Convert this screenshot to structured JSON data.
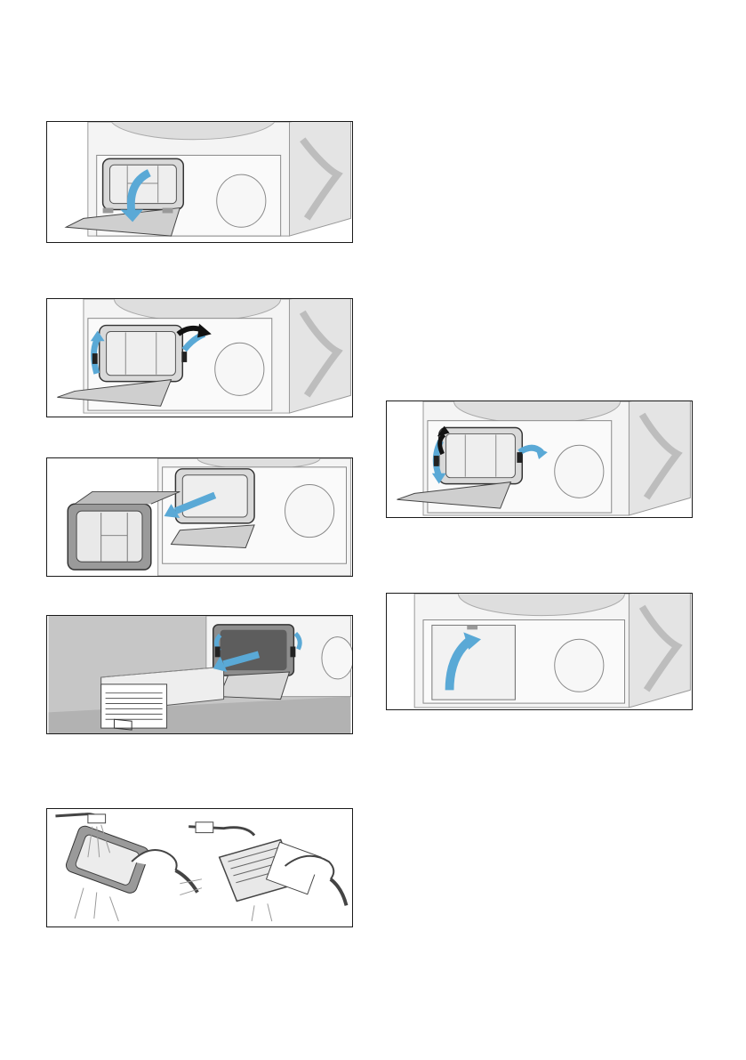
{
  "illustrations": [
    {
      "id": "fig1",
      "depicts": "open-maintenance-flap"
    },
    {
      "id": "fig2",
      "depicts": "unlock-heat-exchanger-levers"
    },
    {
      "id": "fig3",
      "depicts": "remove-heat-exchanger-frame"
    },
    {
      "id": "fig4",
      "depicts": "pull-out-heat-exchanger"
    },
    {
      "id": "fig5",
      "depicts": "rinse-components-with-shower"
    },
    {
      "id": "fig6",
      "depicts": "lock-heat-exchanger-levers"
    },
    {
      "id": "fig7",
      "depicts": "close-maintenance-flap"
    }
  ],
  "colors": {
    "frame": "#1a1a1a",
    "appliance": "#f2f2f2",
    "appliance_shade": "#dcdcdc",
    "arrow_blue": "#5aa9d6",
    "floor_grey": "#b9b9b9"
  },
  "icons": [
    "curved-arrow-icon",
    "lever-icon",
    "shower-head-icon",
    "water-spray-icon"
  ]
}
